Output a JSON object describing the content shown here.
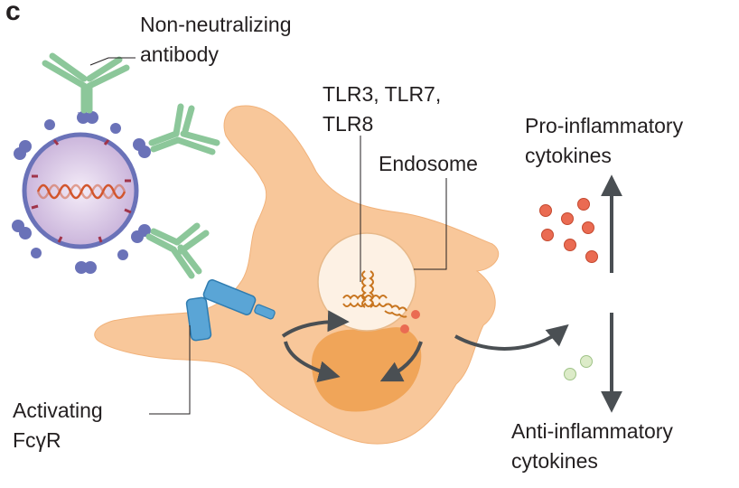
{
  "panel_letter": "c",
  "labels": {
    "antibody_line1": "Non-neutralizing",
    "antibody_line2": "antibody",
    "tlr_line1": "TLR3, TLR7,",
    "tlr_line2": "TLR8",
    "endosome": "Endosome",
    "pro_line1": "Pro-inflammatory",
    "pro_line2": "cytokines",
    "anti_line1": "Anti-inflammatory",
    "anti_line2": "cytokines",
    "receptor_line1": "Activating",
    "receptor_line2": "FcγR"
  },
  "colors": {
    "cell_fill": "#f8c79a",
    "nucleus_fill": "#ef9f4e",
    "endosome_fill": "#fdf1e4",
    "virus_fill": "#d6c4e3",
    "virus_envelope": "#6a72b8",
    "antibody": "#8cc79a",
    "receptor": "#5aa5d6",
    "pro_cytokine": "#ea6b52",
    "anti_cytokine": "#dcebc8",
    "arrow": "#4a4f53"
  }
}
